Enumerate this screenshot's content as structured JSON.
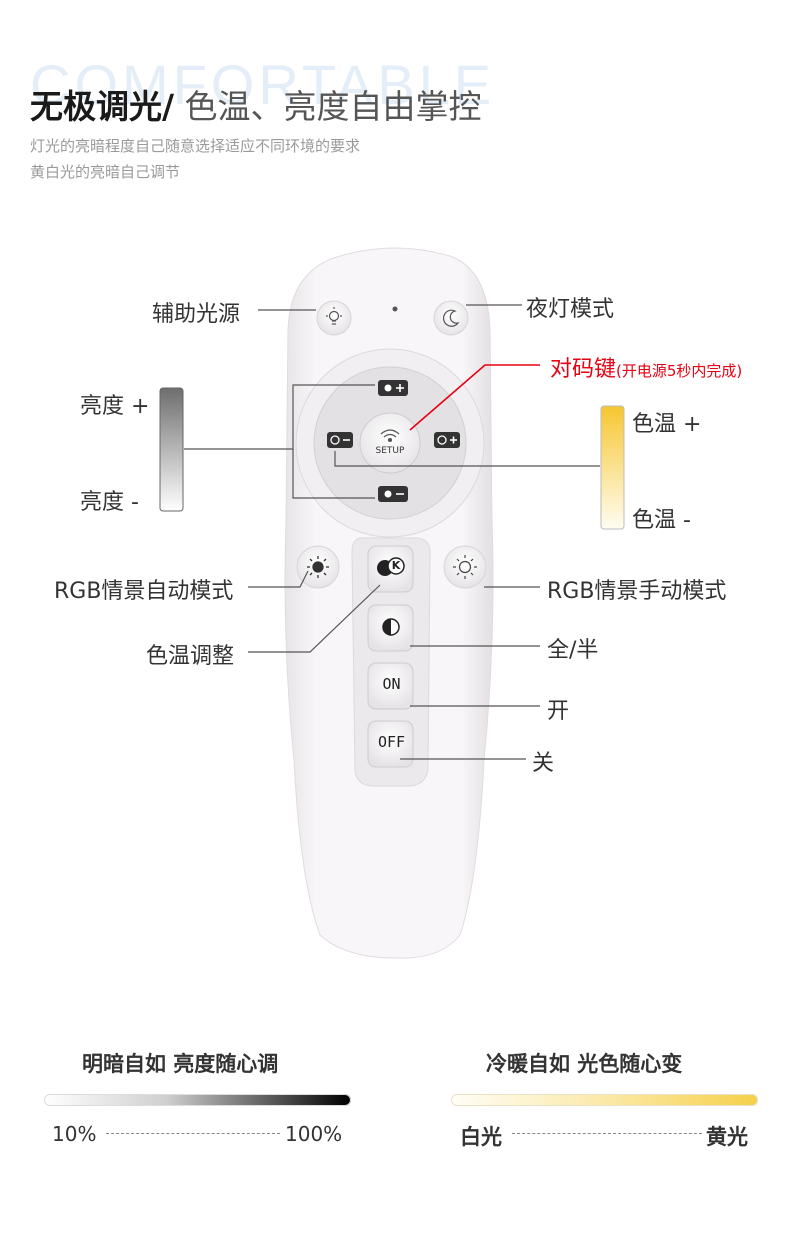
{
  "header": {
    "watermark": "COMFORTABLE",
    "title_bold": "无极调光/",
    "title_light": " 色温、亮度自由掌控",
    "sub1": "灯光的亮暗程度自己随意选择适应不同环境的要求",
    "sub2": "黄白光的亮暗自己调节"
  },
  "labels": {
    "aux": "辅助光源",
    "night": "夜灯模式",
    "pair_main": "对码键",
    "pair_note": "(开电源5秒内完成)",
    "bright_plus": "亮度 +",
    "bright_minus": "亮度 -",
    "temp_plus": "色温 +",
    "temp_minus": "色温 -",
    "rgb_auto": "RGB情景自动模式",
    "rgb_manual": "RGB情景手动模式",
    "ct_adjust": "色温调整",
    "full_half": "全/半",
    "on_label": "开",
    "off_label": "关"
  },
  "remote": {
    "setup": "SETUP",
    "k": "K",
    "on": "ON",
    "off": "OFF"
  },
  "bottom": {
    "left_title": "明暗自如 亮度随心调",
    "left_min": "10%",
    "left_max": "100%",
    "right_title": "冷暖自如 光色随心变",
    "right_min": "白光",
    "right_max": "黄光"
  },
  "colors": {
    "accent_red": "#e60012",
    "warm_yellow": "#f8d040",
    "remote_body": "#f7f4f6"
  }
}
